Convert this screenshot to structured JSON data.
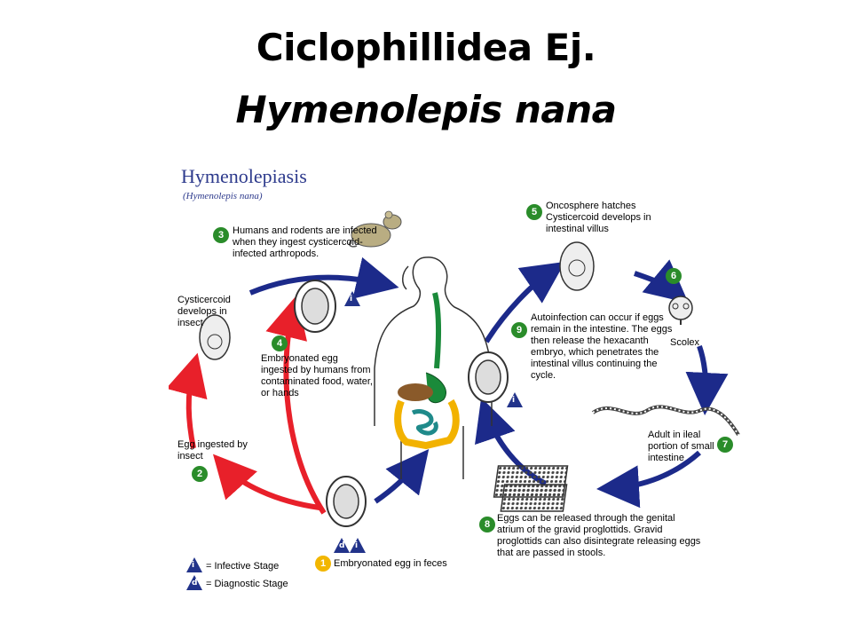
{
  "slide": {
    "title_line1": "Ciclophillidea  Ej.",
    "title_line2": "Hymenolepis nana"
  },
  "diagram": {
    "heading": "Hymenolepiasis",
    "subheading": "(Hymenolepis nana)",
    "steps": [
      {
        "num": "1",
        "text": "Embryonated egg in feces"
      },
      {
        "num": "2",
        "text": "Egg ingested by insect"
      },
      {
        "num": "3",
        "text": "Humans and rodents are infected when they ingest cysticercoid-infected arthropods."
      },
      {
        "num": "4",
        "text": "Embryonated egg ingested by humans from contaminated food, water, or hands"
      },
      {
        "num": "5",
        "text": "Oncosphere hatches Cysticercoid develops in intestinal villus"
      },
      {
        "num": "6",
        "text": ""
      },
      {
        "num": "7",
        "text": "Adult in ileal portion of small intestine"
      },
      {
        "num": "8",
        "text": "Eggs can be released through the genital atrium of the gravid proglottids. Gravid proglottids can also disintegrate releasing eggs that are passed in stools."
      },
      {
        "num": "9",
        "text": "Autoinfection can occur if eggs remain in the intestine. The eggs then release the hexacanth embryo, which penetrates the intestinal villus continuing the cycle."
      }
    ],
    "labels": {
      "cysticercoid_insect": "Cysticercoid develops in insect",
      "scolex": "Scolex"
    },
    "legend": {
      "infective_symbol": "i",
      "infective_text": "= Infective Stage",
      "diagnostic_symbol": "d",
      "diagnostic_text": "= Diagnostic Stage"
    },
    "colors": {
      "red_arrow": "#e8202a",
      "blue_arrow": "#1c2a8a",
      "step_green": "#2a8c2a",
      "step_yellow": "#f2b600",
      "heading_blue": "#2d3a8c"
    }
  }
}
